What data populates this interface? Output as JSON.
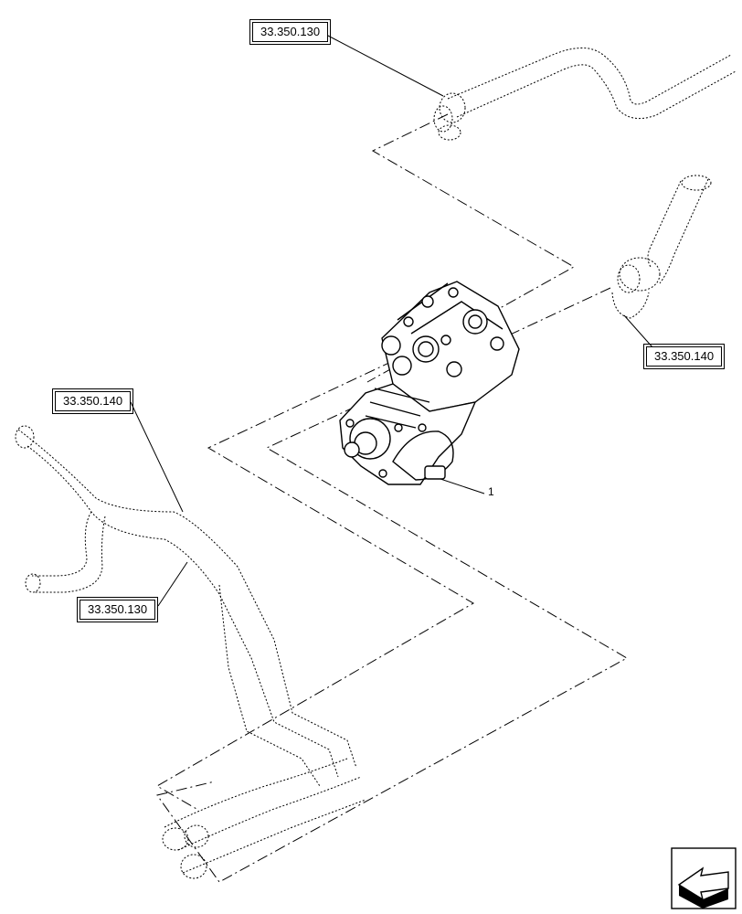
{
  "callouts": {
    "top": "33.350.130",
    "right": "33.350.140",
    "left_upper": "33.350.140",
    "left_lower": "33.350.130"
  },
  "item_number": "1",
  "colors": {
    "line": "#000000",
    "background": "#ffffff"
  },
  "icons": {
    "navigation": "next-page-arrow-icon"
  }
}
